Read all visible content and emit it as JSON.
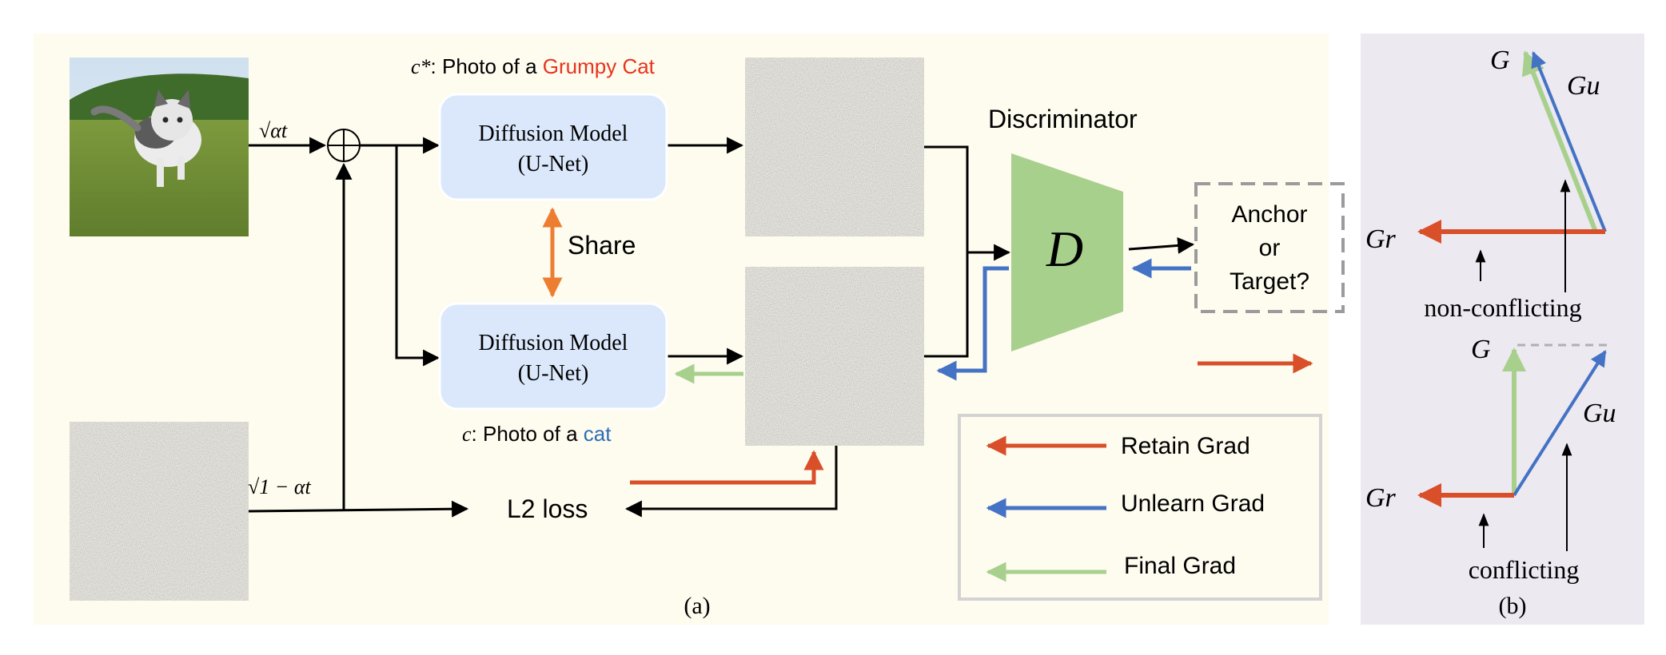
{
  "panel_a": {
    "caption": "(a)",
    "coef_top": "√αt",
    "coef_bottom": "√1 − αt",
    "prompt_top": {
      "prefix": ": Photo of a ",
      "highlight": "Grumpy Cat",
      "symbol": "c*"
    },
    "prompt_bottom": {
      "prefix": ": Photo of a ",
      "highlight": "cat",
      "symbol": "c"
    },
    "model_top": {
      "line1": "Diffusion Model",
      "line2": "(U-Net)"
    },
    "model_bottom": {
      "line1": "Diffusion Model",
      "line2": "(U-Net)"
    },
    "share_label": "Share",
    "discriminator_title": "Discriminator",
    "discriminator_symbol": "D",
    "anchor_box": {
      "line1": "Anchor",
      "line2": "or",
      "line3": "Target?"
    },
    "l2_loss": "L2 loss",
    "legend": [
      {
        "label": "Retain Grad",
        "color": "#d94f2a"
      },
      {
        "label": "Unlearn Grad",
        "color": "#4472c4"
      },
      {
        "label": "Final Grad",
        "color": "#a8d08d"
      }
    ]
  },
  "panel_b": {
    "caption": "(b)",
    "top_diagram": {
      "G": "G",
      "Gu": "Gu",
      "Gr": "Gr",
      "label": "non-conflicting"
    },
    "bottom_diagram": {
      "G": "G",
      "Gu": "Gu",
      "Gr": "Gr",
      "label": "conflicting"
    }
  },
  "colors": {
    "panel_a_bg": "#fefbef",
    "panel_b_bg": "#ece9f1",
    "model_box": "#dbe8fb",
    "discriminator": "#a8d08d",
    "retain": "#d94f2a",
    "unlearn": "#4472c4",
    "final": "#a8d08d",
    "share": "#ed7d31",
    "highlight_red": "#e8341c",
    "highlight_blue": "#2e6db4"
  }
}
